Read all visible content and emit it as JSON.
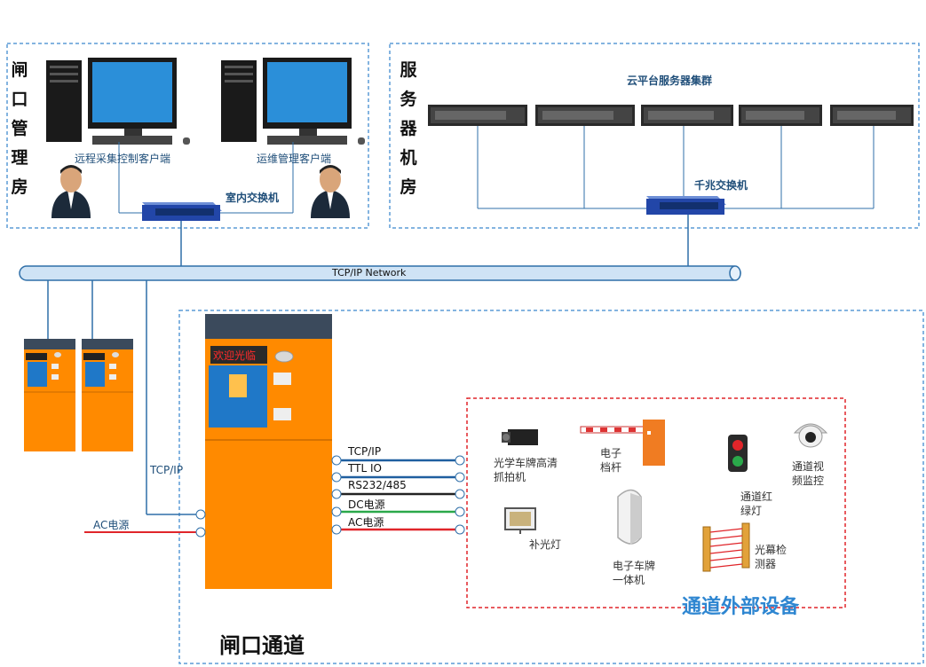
{
  "sections": {
    "gate_room_title": "闸口管理房",
    "server_room_title": "服务器机房",
    "lane_title": "闸口通道",
    "external_title": "通道外部设备"
  },
  "gate_room": {
    "client_remote": "远程采集控制客户端",
    "client_ops": "运维管理客户端",
    "switch": "室内交换机"
  },
  "server_room": {
    "cluster": "云平台服务器集群",
    "switch": "千兆交换机"
  },
  "network": {
    "backbone": "TCP/IP Network",
    "left_link": "TCP/IP",
    "ac_power": "AC电源"
  },
  "kiosk": {
    "display": "欢迎光临"
  },
  "interfaces": {
    "items": [
      "TCP/IP",
      "TTL IO",
      "RS232/485",
      "DC电源",
      "AC电源"
    ],
    "colors": [
      "#1f5fa0",
      "#1f5fa0",
      "#222222",
      "#2aa84a",
      "#e0252a"
    ]
  },
  "devices": {
    "camera": "光学车牌高清抓拍机",
    "barrier": "电子档杆",
    "traffic_light": "通道红绿灯",
    "dome_camera": "通道视频监控",
    "fill_light": "补光灯",
    "plate_reader": "电子车牌一体机",
    "light_curtain": "光幕检测器"
  }
}
